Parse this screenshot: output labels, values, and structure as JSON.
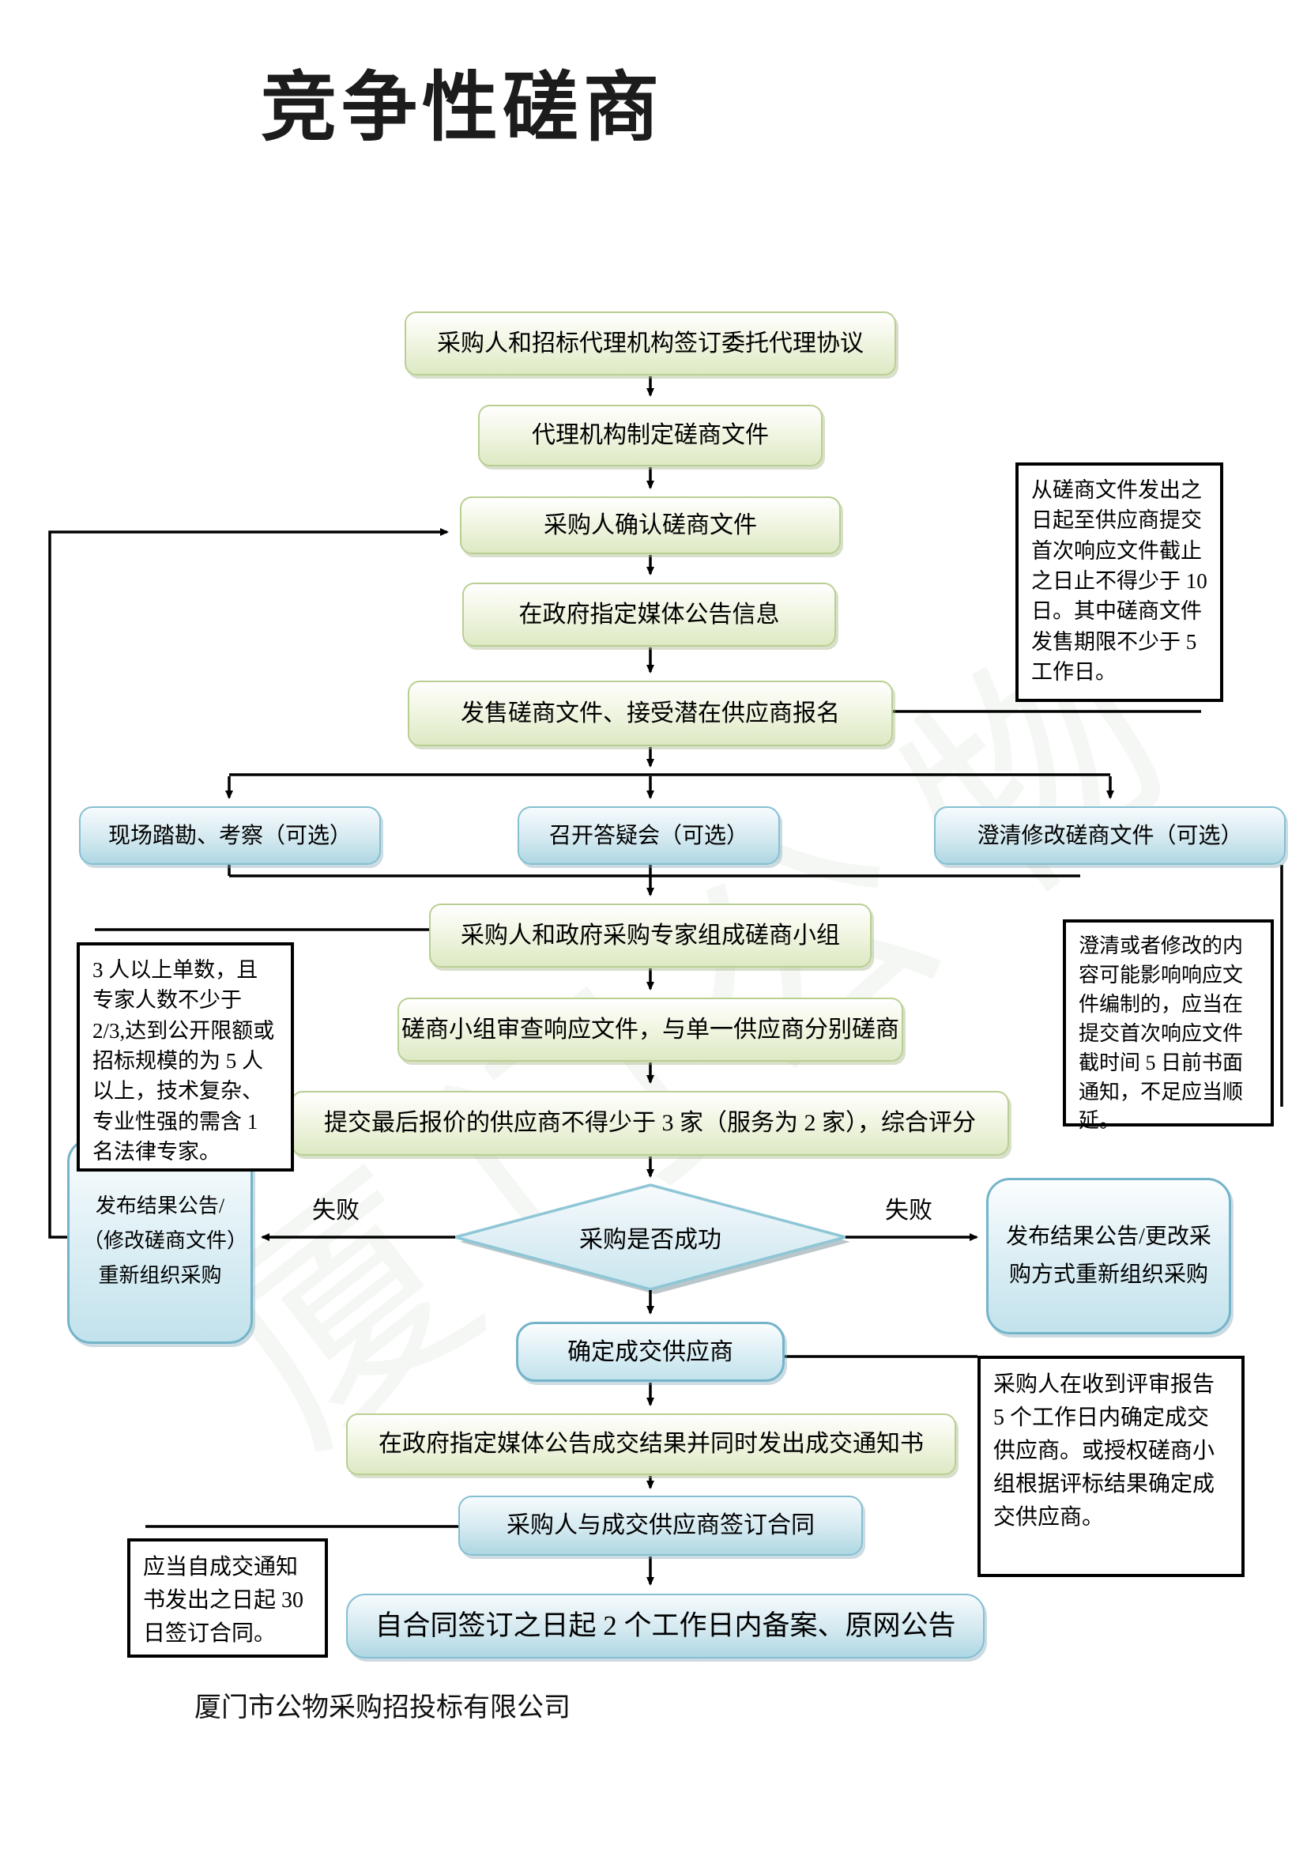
{
  "title": "竞争性磋商",
  "footer": "厦门市公物采购招投标有限公司",
  "watermark": "厦门公物",
  "flow": {
    "sign_agency_agreement": "采购人和招标代理机构签订委托代理协议",
    "agency_prepares_docs": "代理机构制定磋商文件",
    "buyer_confirms_docs": "采购人确认磋商文件",
    "publish_notice": "在政府指定媒体公告信息",
    "sell_docs": "发售磋商文件、接受潜在供应商报名",
    "site_survey": "现场踏勘、考察（可选）",
    "qa_meeting": "召开答疑会（可选）",
    "clarify_modify": "澄清修改磋商文件（可选）",
    "form_panel": "采购人和政府采购专家组成磋商小组",
    "review_responses": "磋商小组审查响应文件，与单一供应商分别磋商",
    "final_quote": "提交最后报价的供应商不得少于 3 家（服务为 2 家），综合评分",
    "decision": "采购是否成功",
    "fail_label_left": "失败",
    "fail_label_right": "失败",
    "fail_left": "发布结果公告/（修改磋商文件）重新组织采购",
    "fail_right": "发布结果公告/更改采购方式重新组织采购",
    "confirm_supplier": "确定成交供应商",
    "publish_result": "在政府指定媒体公告成交结果并同时发出成交通知书",
    "sign_contract": "采购人与成交供应商签订合同",
    "filing": "自合同签订之日起 2 个工作日内备案、原网公告"
  },
  "notes": {
    "note_docs_period": "从磋商文件发出之日起至供应商提交首次响应文件截止之日止不得少于 10 日。其中磋商文件发售期限不少于 5 工作日。",
    "note_panel": "3 人以上单数，且专家人数不少于 2/3,达到公开限额或招标规模的为 5 人以上，技术复杂、专业性强的需含 1 名法律专家。",
    "note_clarify": "澄清或者修改的内容可能影响响应文件编制的，应当在提交首次响应文件截时间 5 日前书面通知，不足应当顺延。",
    "note_confirm": "采购人在收到评审报告 5 个工作日内确定成交供应商。或授权磋商小组根据评标结果确定成交供应商。",
    "note_contract": "应当自成交通知书发出之日起 30 日签订合同。"
  },
  "colors": {
    "green_box_border": "#b9cf92",
    "green_box_fill": "#e3ecc9",
    "blue_box_border": "#85bfd2",
    "blue_box_fill": "#cfe7ef",
    "note_border": "#000000",
    "connector": "#000000",
    "background": "#ffffff",
    "title_color": "#1c1c1c"
  }
}
